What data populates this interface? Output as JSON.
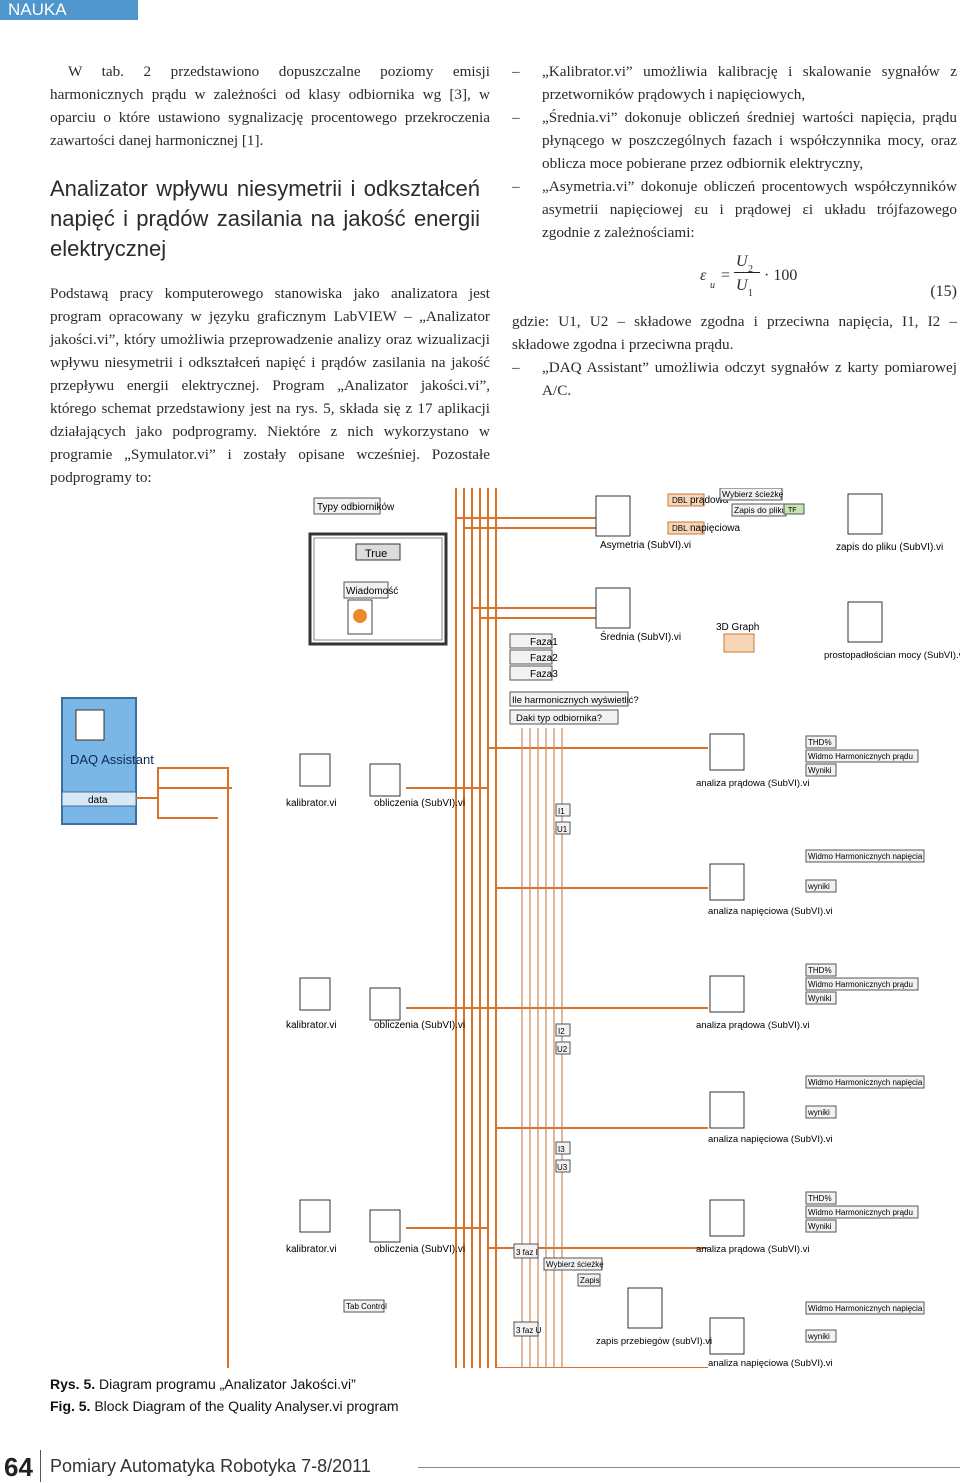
{
  "header": {
    "section": "NAUKA"
  },
  "left_column": {
    "intro": "W tab. 2 przedstawiono dopuszczalne poziomy emisji harmonicznych prądu w zależności od klasy odbiornika wg [3], w oparciu o które ustawiono sygnalizację procentowego przekroczenia zawartości danej harmonicznej [1].",
    "heading": "Analizator wpływu niesymetrii i odkształceń napięć i prądów zasilania na jakość energii elektrycznej",
    "body": "Podstawą pracy komputerowego stanowiska jako analizatora jest program opracowany w języku graficznym LabVIEW – „Analizator jakości.vi”, który umożliwia przeprowadzenie analizy oraz wizualizacji wpływu niesymetrii i odkształceń napięć i prądów zasilania na jakość przepływu energii elektrycznej. Program „Analizator jakości.vi”, którego schemat przedstawiony jest na rys. 5, składa się z 17 aplikacji działających jako podprogramy. Niektóre z nich wykorzystano w programie „Symulator.vi” i zostały opisane wcześniej. Pozostałe podprogramy to:"
  },
  "right_column": {
    "dash": "–",
    "items": [
      "„Kalibrator.vi” umożliwia kalibrację i skalowanie sygnałów z przetworników prądowych i napięciowych,",
      "„Średnia.vi” dokonuje obliczeń średniej wartości napięcia, prądu płynącego w poszczególnych fazach i współczynnika mocy, oraz oblicza moce pobierane przez odbiornik elektryczny,",
      "„Asymetria.vi” dokonuje obliczeń procentowych współczynników asymetrii napięciowej εu i prądowej εi układu trójfazowego zgodnie z zależnościami:"
    ],
    "formula": {
      "lhs": "ε",
      "lhs_sub": "u",
      "eq": "=",
      "num": "U",
      "num_sub": "2",
      "den": "U",
      "den_sub": "1",
      "times": "· 100",
      "number": "(15)"
    },
    "where_text": "gdzie: U1, U2 – składowe zgodna i przeciwna napięcia, I1, I2 – składowe zgodna i przeciwna prądu.",
    "last_item": "„DAQ Assistant” umożliwia odczyt sygnałów z karty pomiarowej A/C."
  },
  "diagram": {
    "labels": {
      "typy": "Typy odbiorników",
      "true_case": "True",
      "wiadomosc": "Wiadomość",
      "faza1": "Faza1",
      "faza2": "Faza2",
      "faza3": "Faza3",
      "ile_harm": "Ile harmonicznych wyświetlić?",
      "daki_typ": "Daki typ odbiornika?",
      "daq": "DAQ Assistant",
      "daq_data": "data",
      "asymetria": "Asymetria (SubVI).vi",
      "srednia": "Średnia (SubVI).vi",
      "zapis_do_pliku": "zapis do pliku (SubVI).vi",
      "prostopadloscian": "prostopadłościan mocy (SubVI).vi",
      "graph3d": "3D Graph",
      "pradowa": "prądowa",
      "napieciowa": "napięciowa",
      "wybierz_sciezke": "Wybierz ścieżkę",
      "zapis_pliku": "Zapis do pliku",
      "kalibrator": "kalibrator.vi",
      "obliczenia": "obliczenia (SubVI).vi",
      "analiza_pradowa": "analiza prądowa (SubVI).vi",
      "analiza_napieciowa": "analiza napięciowa (SubVI).vi",
      "thd": "THD%",
      "widmo_pradu": "Widmo Harmonicznych prądu",
      "widmo_napiecia": "Widmo Harmonicznych napięcia",
      "wyniki": "Wyniki",
      "wyniki_lc": "wyniki",
      "thd_lc": "THD%",
      "i1": "I1",
      "u1": "U1",
      "i2": "I2",
      "u2": "U2",
      "i3": "I3",
      "u3": "U3",
      "fazi": "3 faz I",
      "fazu": "3 faz U",
      "wybierz2": "Wybierz ścieżkę",
      "zapis": "Zapis",
      "tab_control": "Tab Control",
      "zapis_przebiegow": "zapis przebiegów (subVI).vi",
      "dbl": "DBL",
      "tf": "TF"
    }
  },
  "captions": {
    "pl_label": "Rys. 5.",
    "pl_text": "Diagram programu „Analizator Jakości.vi”",
    "en_label": "Fig. 5.",
    "en_text": "Block Diagram of the Quality Analyser.vi program"
  },
  "footer": {
    "page": "64",
    "journal": "Pomiary Automatyka Robotyka 7-8/2011"
  }
}
